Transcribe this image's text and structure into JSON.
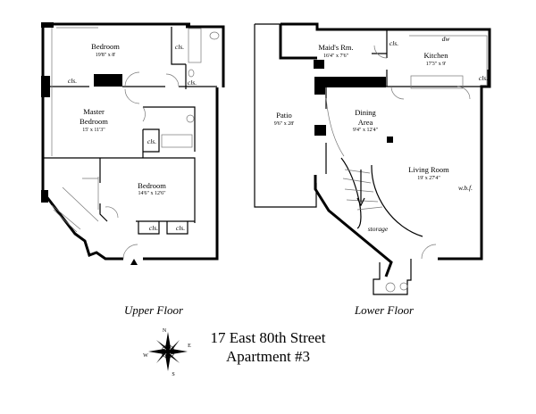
{
  "title": {
    "line1": "17 East 80th Street",
    "line2": "Apartment #3"
  },
  "upper_floor": {
    "label": "Upper Floor",
    "rooms": [
      {
        "name": "Bedroom",
        "dims": "19'8\" x 8'"
      },
      {
        "name_line1": "Master",
        "name_line2": "Bedroom",
        "dims": "15' x 11'3\""
      },
      {
        "name": "Bedroom",
        "dims": "14'6\" x 12'6\""
      }
    ],
    "closet_label": "cls."
  },
  "lower_floor": {
    "label": "Lower Floor",
    "rooms": [
      {
        "name": "Maid's Rm.",
        "dims": "16'4\" x 7'6\""
      },
      {
        "name": "Kitchen",
        "dims": "17'3\" x 9'"
      },
      {
        "name": "Patio",
        "dims": "9'6\" x 28'"
      },
      {
        "name_line1": "Dining",
        "name_line2": "Area",
        "dims": "9'4\" x 12'4\""
      },
      {
        "name": "Living Room",
        "dims": "19' x 27'4\""
      }
    ],
    "closet_label": "cls.",
    "dishwasher_label": "dw",
    "fireplace_label": "w.b.f.",
    "storage_label": "storage"
  },
  "compass": {
    "n": "N",
    "e": "E",
    "s": "S",
    "w": "W"
  }
}
